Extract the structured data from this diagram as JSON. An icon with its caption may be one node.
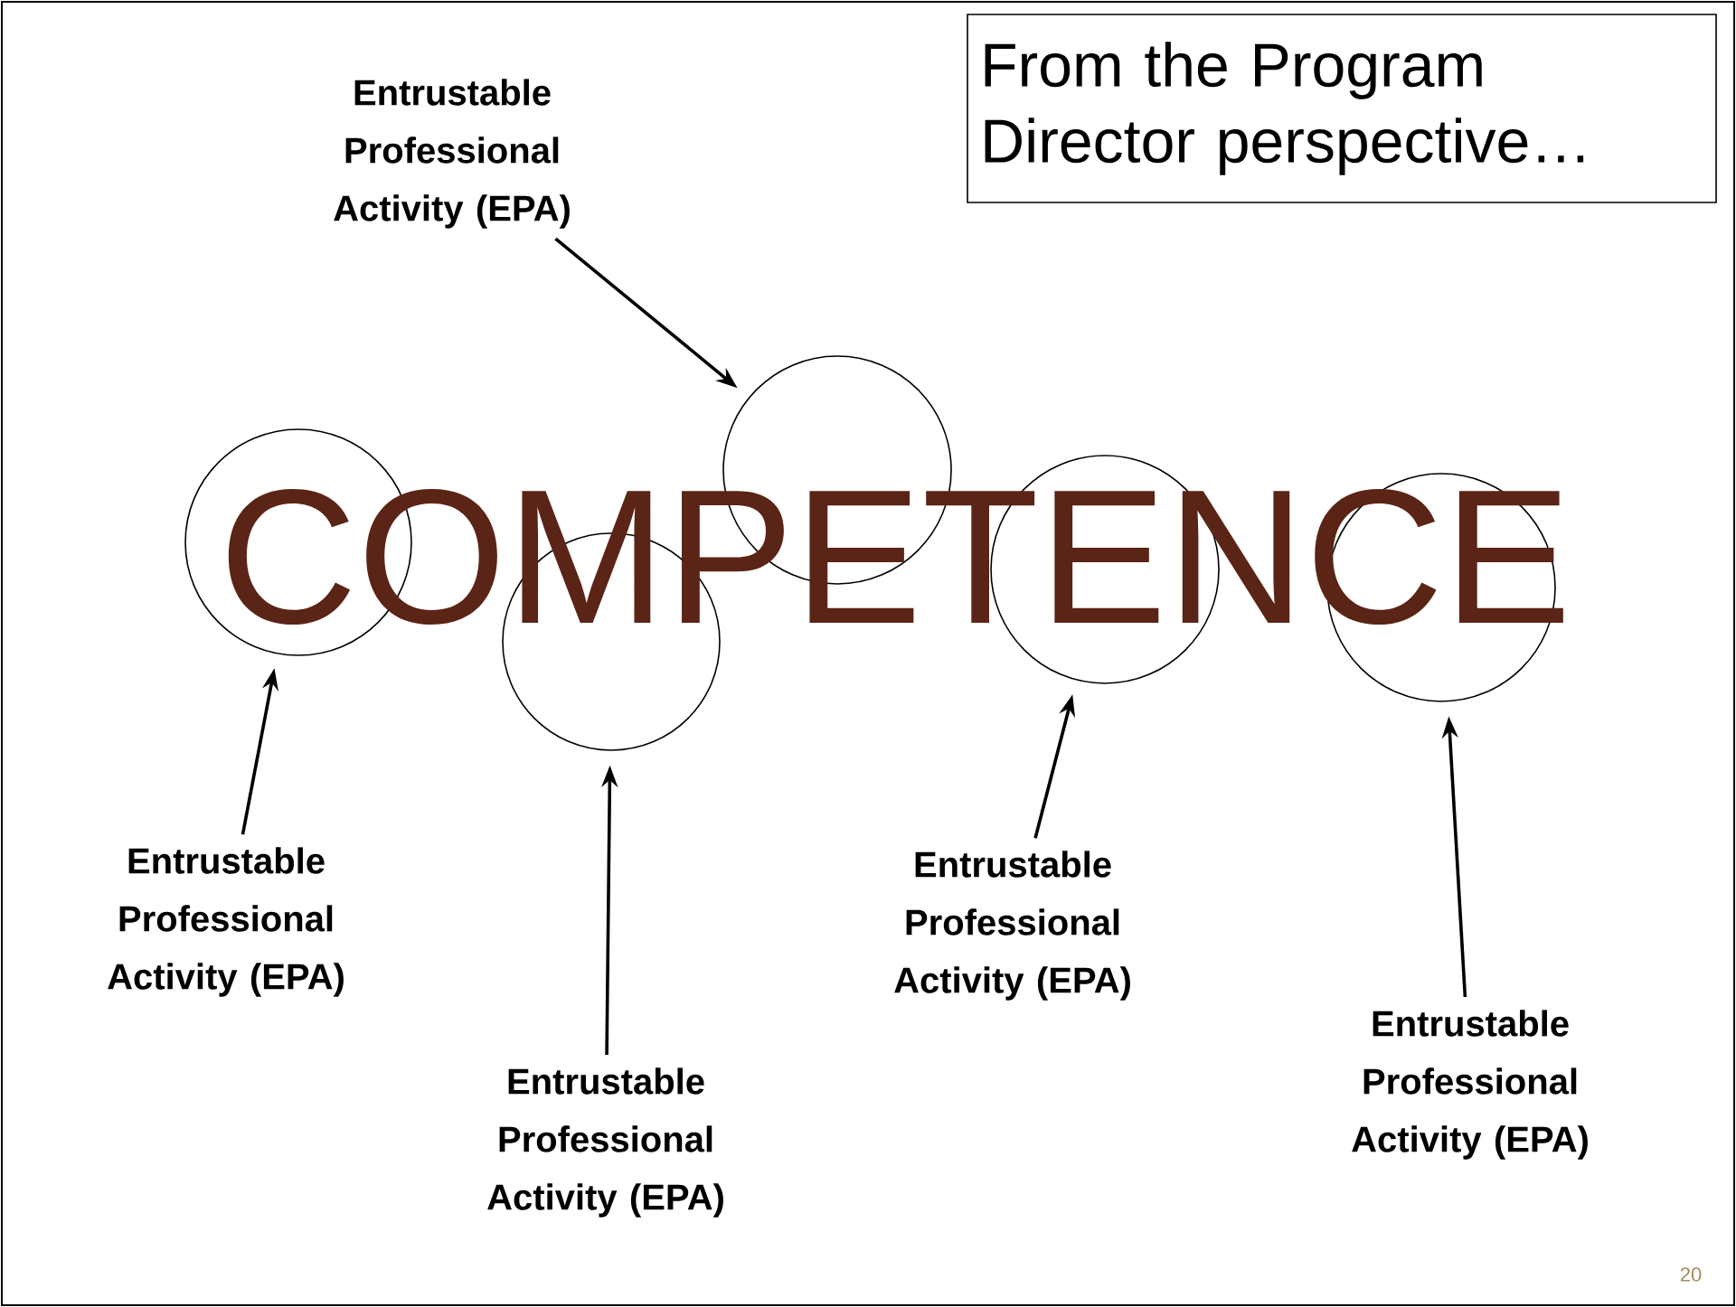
{
  "diagram": {
    "nodes": [
      {
        "text": [
          "Entrustable Professional Activity (EPA)"
        ]
      },
      {
        "text": [
          "From the Program Director perspective…"
        ]
      },
      {
        "text": [],
        "shape": "circle"
      },
      {
        "text": [],
        "shape": "circle"
      },
      {
        "text": [],
        "shape": "circle"
      },
      {
        "text": [],
        "shape": "circle"
      },
      {
        "text": [],
        "shape": "circle"
      },
      {
        "text": [
          "Entrustable Professional Activity (EPA)"
        ]
      },
      {
        "text": [
          "Entrustable Professional Activity (EPA)"
        ]
      },
      {
        "text": [
          "Entrustable Professional Activity (EPA)"
        ]
      },
      {
        "text": [
          "Entrustable Professional Activity (EPA)"
        ]
      }
    ],
    "edges": [
      {
        "from": 0,
        "to": 4,
        "arrow": "to"
      },
      {
        "from": 7,
        "to": 2,
        "arrow": "to"
      },
      {
        "from": 8,
        "to": 3,
        "arrow": "to"
      },
      {
        "from": 9,
        "to": 5,
        "arrow": "to"
      },
      {
        "from": 10,
        "to": 6,
        "arrow": "to"
      }
    ],
    "labels": [
      "COMPETENCE",
      "20"
    ]
  }
}
